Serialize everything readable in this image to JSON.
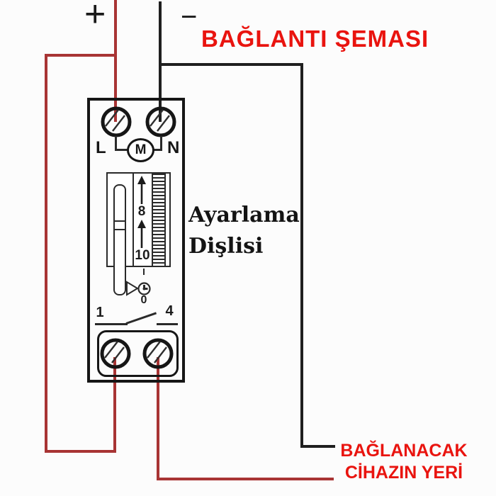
{
  "title": "BAĞLANTI ŞEMASI",
  "symbols": {
    "plus": "+",
    "minus": "−"
  },
  "device": {
    "input_terminal_left": "L",
    "input_terminal_right": "N",
    "motor": "M",
    "scale_upper": "8",
    "scale_lower": "10",
    "pointer_zero": "0",
    "contact_left": "1",
    "contact_right": "4"
  },
  "labels": {
    "gear_line1": "Ayarlama",
    "gear_line2": "Dişlisi",
    "output_line1": "BAĞLANACAK",
    "output_line2": "CİHAZIN YERİ"
  },
  "colors": {
    "wire_red": "#a83434",
    "wire_black": "#1f1f1f",
    "heading_red": "#e9140f"
  }
}
